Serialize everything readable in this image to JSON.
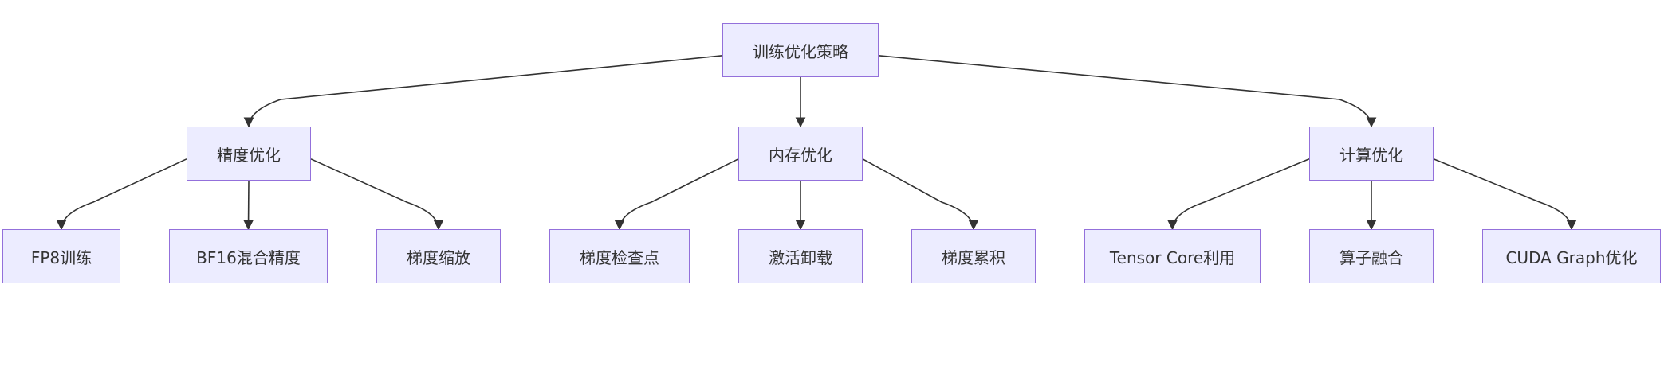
{
  "diagram": {
    "colors": {
      "node_fill": "#ececff",
      "node_border": "#9370db",
      "edge": "#333333",
      "text": "#333333"
    },
    "nodes": {
      "root": "训练优化策略",
      "precision": "精度优化",
      "memory": "内存优化",
      "compute": "计算优化",
      "fp8": "FP8训练",
      "bf16": "BF16混合精度",
      "grad_scaling": "梯度缩放",
      "grad_checkpoint": "梯度检查点",
      "act_offload": "激活卸载",
      "grad_accum": "梯度累积",
      "tensor_core": "Tensor Core利用",
      "op_fusion": "算子融合",
      "cuda_graph": "CUDA Graph优化"
    },
    "edges": [
      {
        "from": "root",
        "to": "precision"
      },
      {
        "from": "root",
        "to": "memory"
      },
      {
        "from": "root",
        "to": "compute"
      },
      {
        "from": "precision",
        "to": "fp8"
      },
      {
        "from": "precision",
        "to": "bf16"
      },
      {
        "from": "precision",
        "to": "grad_scaling"
      },
      {
        "from": "memory",
        "to": "grad_checkpoint"
      },
      {
        "from": "memory",
        "to": "act_offload"
      },
      {
        "from": "memory",
        "to": "grad_accum"
      },
      {
        "from": "compute",
        "to": "tensor_core"
      },
      {
        "from": "compute",
        "to": "op_fusion"
      },
      {
        "from": "compute",
        "to": "cuda_graph"
      }
    ]
  }
}
